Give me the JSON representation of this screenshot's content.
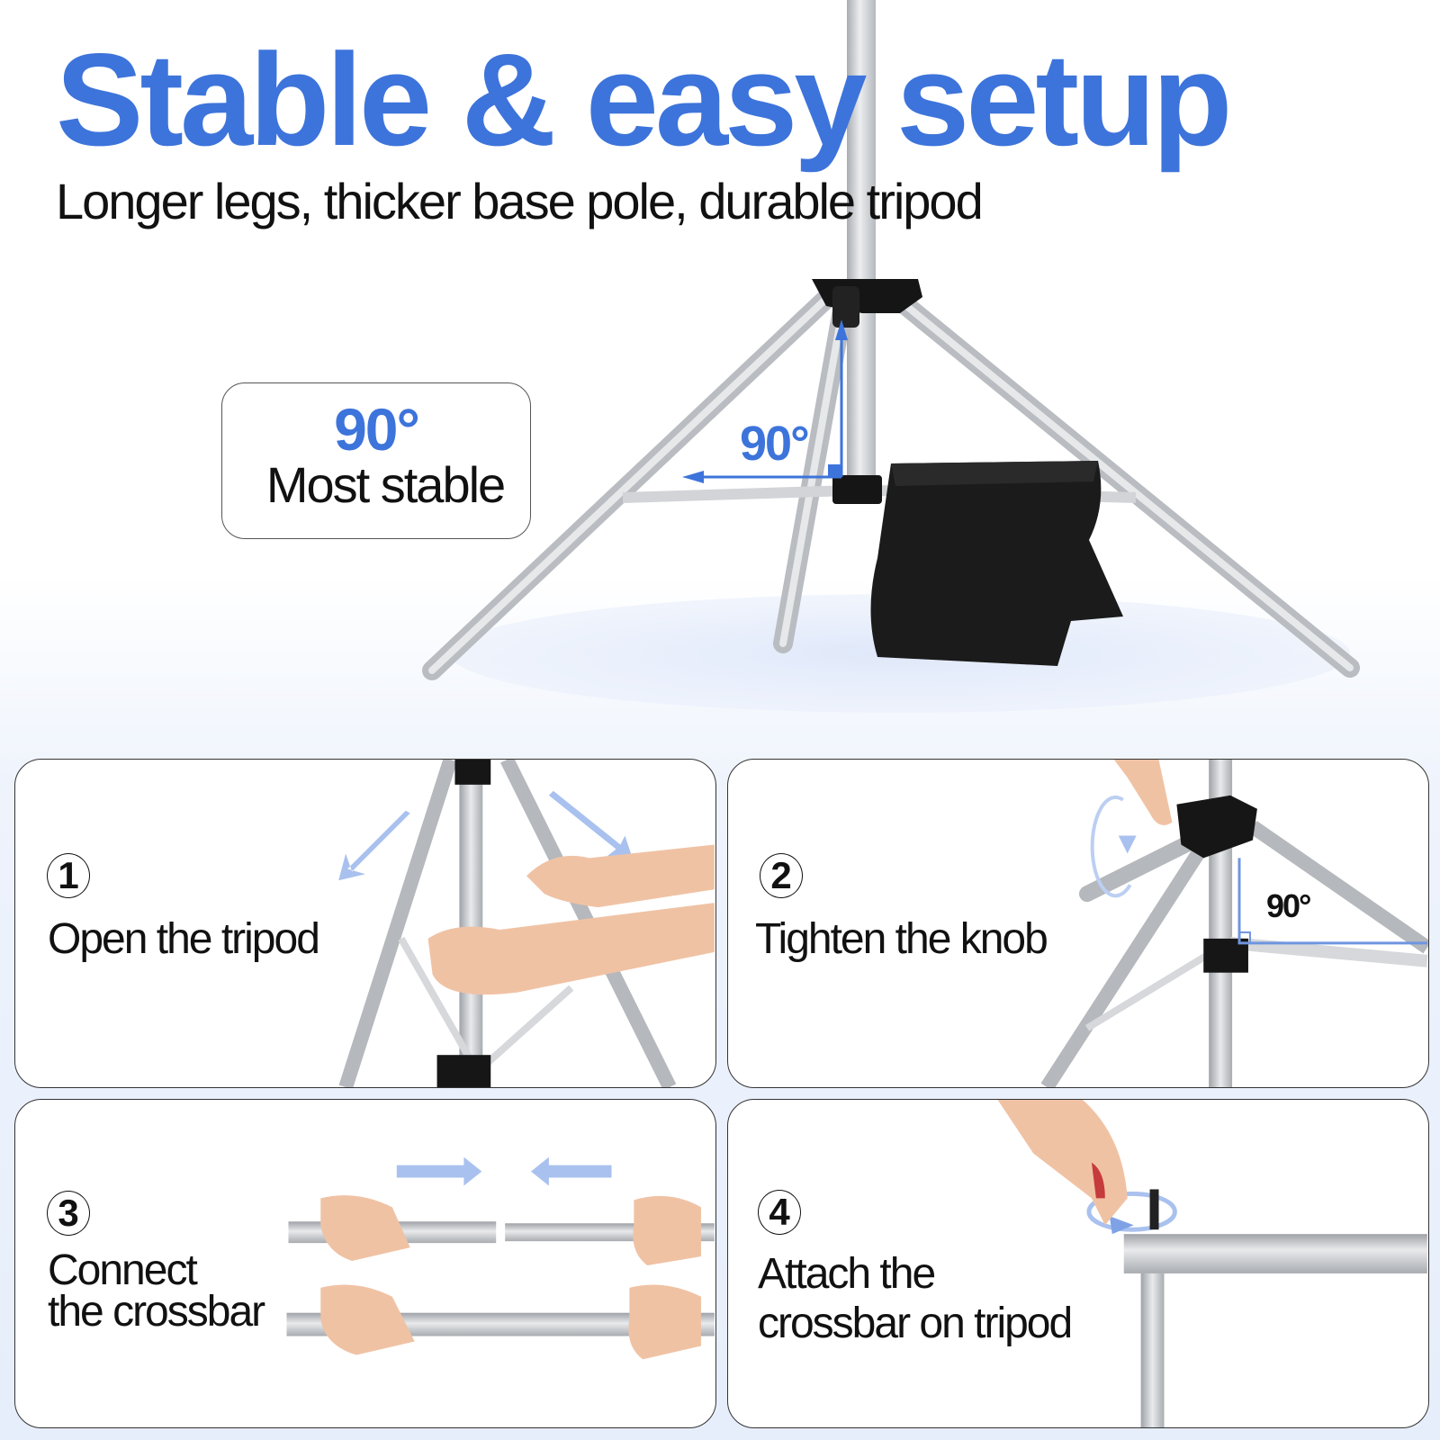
{
  "header": {
    "title": "Stable & easy setup",
    "subtitle": "Longer legs, thicker base pole, durable tripod"
  },
  "hero": {
    "callout_degree": "90°",
    "callout_label": "Most stable",
    "angle_label": "90°"
  },
  "steps": [
    {
      "number": "1",
      "label": "Open the tripod"
    },
    {
      "number": "2",
      "label": "Tighten the knob",
      "angle_label": "90°"
    },
    {
      "number": "3",
      "label_line1": "Connect",
      "label_line2": "the crossbar"
    },
    {
      "number": "4",
      "label_line1": "Attach the",
      "label_line2": "crossbar on tripod"
    }
  ],
  "colors": {
    "accent_blue": "#3d74db",
    "arrow_blue": "#a9c1ee",
    "text": "#111111",
    "card_border": "#333333",
    "background_tint": "#e6eefb",
    "pole_silver": "#c9cbcf",
    "sandbag": "#1b1b1b"
  }
}
